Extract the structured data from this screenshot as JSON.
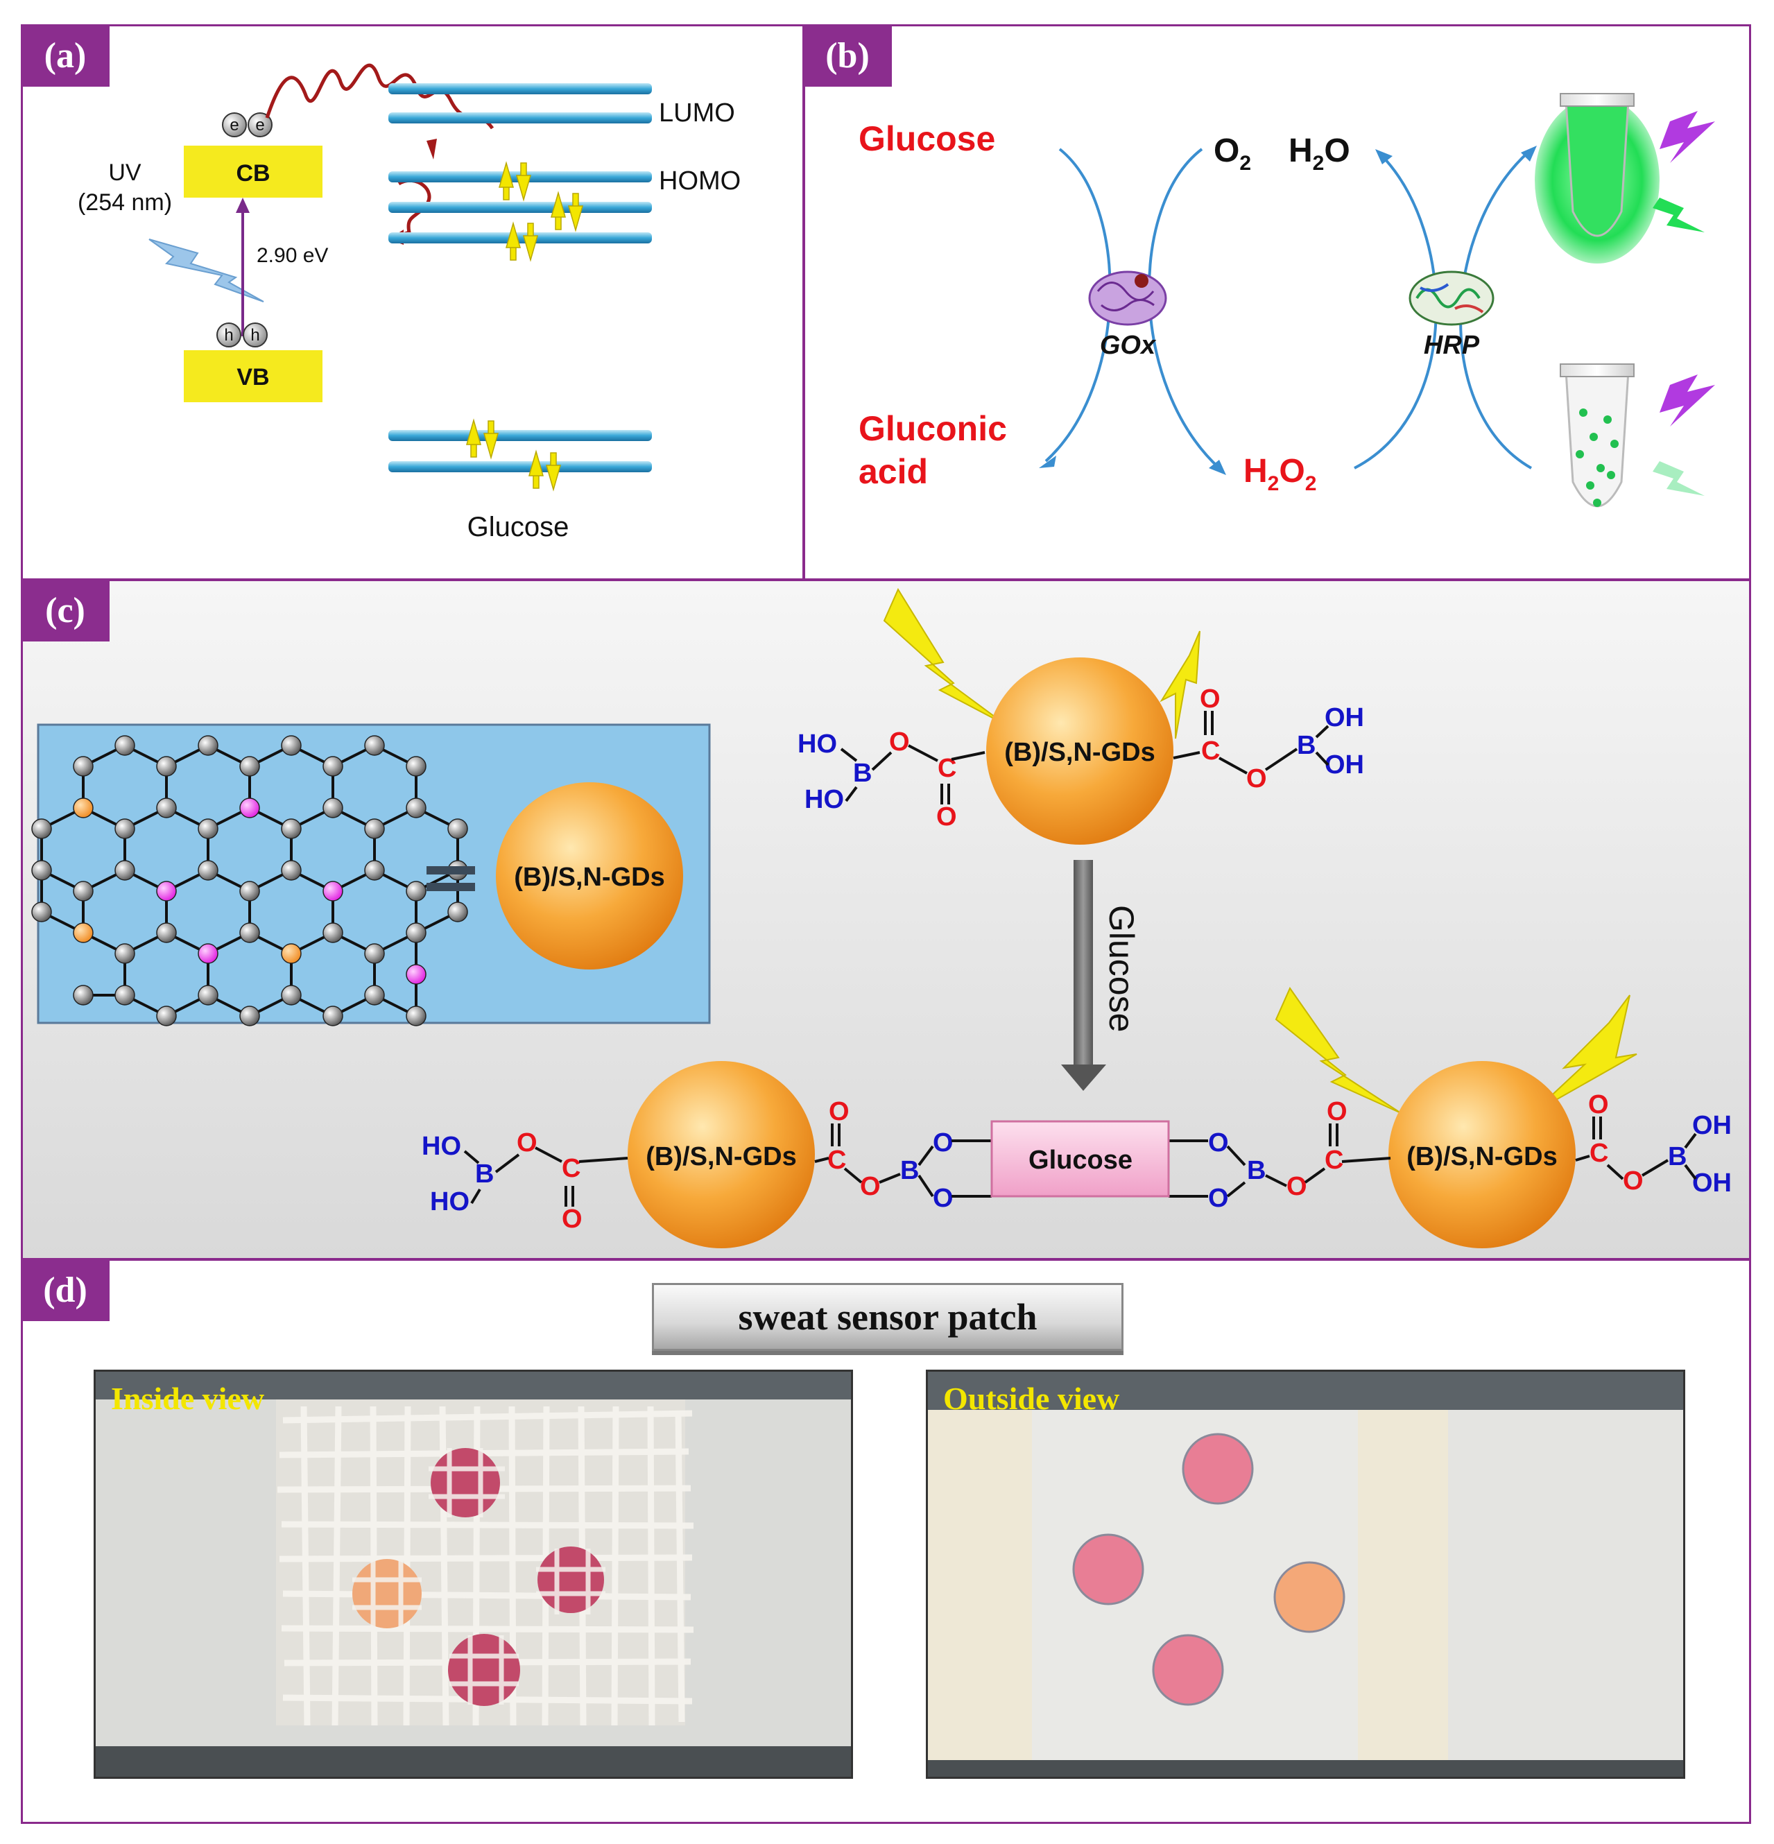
{
  "colors": {
    "frame": "#8a2a8c",
    "tag": "#8b2d8e",
    "band": "#f5ea1e",
    "level": "#4ab3d8",
    "red": "#e8141b",
    "blue": "#1414c8",
    "orange": "#f5a623",
    "green": "#22dd55",
    "pink": "#f7b8d8",
    "sky": "#8ec7ea"
  },
  "panel_a": {
    "tag": "(a)",
    "uv_line1": "UV",
    "uv_line2": "(254 nm)",
    "cb": "CB",
    "vb": "VB",
    "gap": "2.90 eV",
    "electron": "e",
    "hole": "h",
    "lumo": "LUMO",
    "homo": "HOMO",
    "glucose": "Glucose"
  },
  "panel_b": {
    "tag": "(b)",
    "glucose": "Glucose",
    "gluconic1": "Gluconic",
    "gluconic2": "acid",
    "o2": "O",
    "o2_sub": "2",
    "h2o": "H",
    "h2o_sub": "2",
    "h2o_end": "O",
    "h2o2_h": "H",
    "h2o2_sub1": "2",
    "h2o2_o": "O",
    "h2o2_sub2": "2",
    "gox": "GOx",
    "hrp": "HRP"
  },
  "panel_c": {
    "tag": "(c)",
    "gd": "(B)/S,N-GDs",
    "glucose_arrow": "Glucose",
    "glucose_box": "Glucose",
    "chem": {
      "ho": "HO",
      "oh": "OH",
      "b": "B",
      "o": "O",
      "c": "C"
    }
  },
  "panel_d": {
    "tag": "(d)",
    "title": "sweat sensor patch",
    "inside": "Inside view",
    "outside": "Outside view"
  }
}
